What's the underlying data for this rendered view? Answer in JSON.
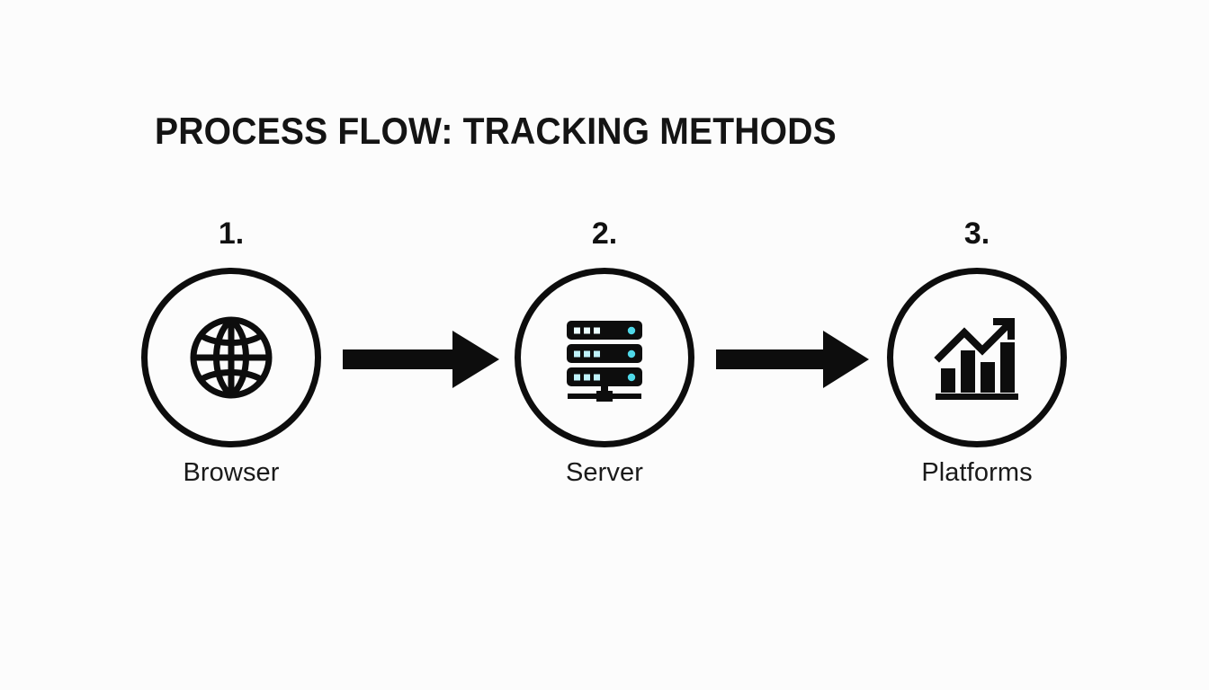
{
  "page": {
    "title": "PROCESS FLOW: TRACKING METHODS",
    "background_color": "#fcfcfc",
    "ink_color": "#0d0d0d",
    "accent_color": "#4fd8e8"
  },
  "diagram": {
    "type": "process-flow",
    "orientation": "horizontal",
    "steps": [
      {
        "number": "1.",
        "label": "Browser",
        "icon": "globe-icon"
      },
      {
        "number": "2.",
        "label": "Server",
        "icon": "server-rack-icon"
      },
      {
        "number": "3.",
        "label": "Platforms",
        "icon": "bar-chart-growth-icon"
      }
    ],
    "connectors": [
      {
        "name": "arrow-browser-to-server",
        "icon": "arrow-right-icon",
        "from": "Browser",
        "to": "Server"
      },
      {
        "name": "arrow-server-to-platforms",
        "icon": "arrow-right-icon",
        "from": "Server",
        "to": "Platforms"
      }
    ]
  }
}
